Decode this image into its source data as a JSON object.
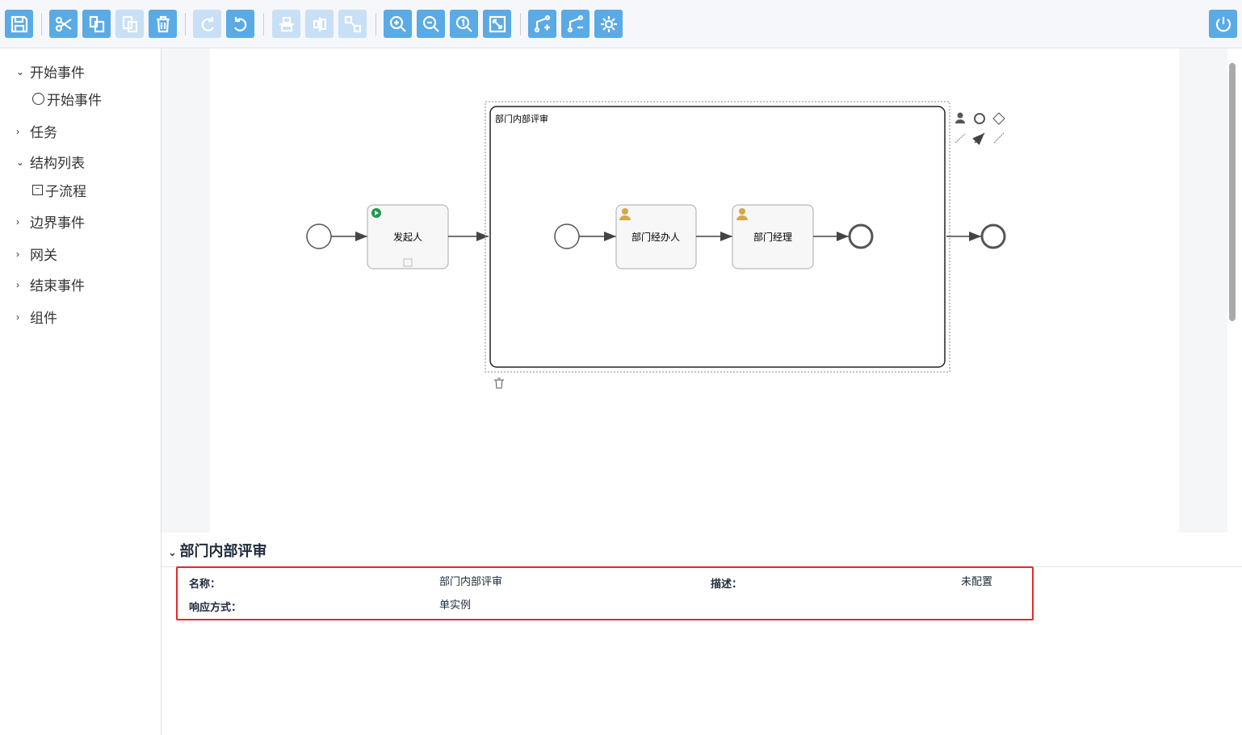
{
  "toolbar": {
    "buttons": [
      {
        "icon": "save-icon",
        "enabled": true
      },
      {
        "icon": "cut-icon",
        "enabled": true
      },
      {
        "icon": "copy-icon",
        "enabled": true
      },
      {
        "icon": "paste-icon",
        "enabled": false
      },
      {
        "icon": "delete-icon",
        "enabled": true
      },
      {
        "icon": "redo-icon",
        "enabled": false
      },
      {
        "icon": "undo-icon",
        "enabled": true
      },
      {
        "icon": "align-horizontal-icon",
        "enabled": false
      },
      {
        "icon": "align-vertical-icon",
        "enabled": false
      },
      {
        "icon": "resize-icon",
        "enabled": false
      },
      {
        "icon": "zoom-in-icon",
        "enabled": true
      },
      {
        "icon": "zoom-out-icon",
        "enabled": true
      },
      {
        "icon": "zoom-actual-icon",
        "enabled": true
      },
      {
        "icon": "fit-icon",
        "enabled": true
      },
      {
        "icon": "add-waypoint-icon",
        "enabled": true
      },
      {
        "icon": "remove-waypoint-icon",
        "enabled": true
      },
      {
        "icon": "settings-icon",
        "enabled": true
      }
    ],
    "power_icon": "power-icon"
  },
  "sidebar": {
    "items": [
      {
        "label": "开始事件",
        "expanded": true
      },
      {
        "label": "开始事件",
        "child": true
      },
      {
        "label": "任务",
        "expanded": false
      },
      {
        "label": "结构列表",
        "expanded": true
      },
      {
        "label": "子流程",
        "child": true
      },
      {
        "label": "边界事件",
        "expanded": false
      },
      {
        "label": "网关",
        "expanded": false
      },
      {
        "label": "结束事件",
        "expanded": false
      },
      {
        "label": "组件",
        "expanded": false
      }
    ]
  },
  "diagram": {
    "subprocess_label": "部门内部评审",
    "task1": "发起人",
    "task2": "部门经办人",
    "task3": "部门经理"
  },
  "props": {
    "title": "部门内部评审",
    "name_label": "名称：",
    "name_value": "部门内部评审",
    "desc_label": "描述：",
    "desc_value": "未配置",
    "mode_label": "响应方式：",
    "mode_value": "单实例"
  },
  "colors": {
    "accent": "#5aaae6",
    "highlight": "#e8262a"
  }
}
